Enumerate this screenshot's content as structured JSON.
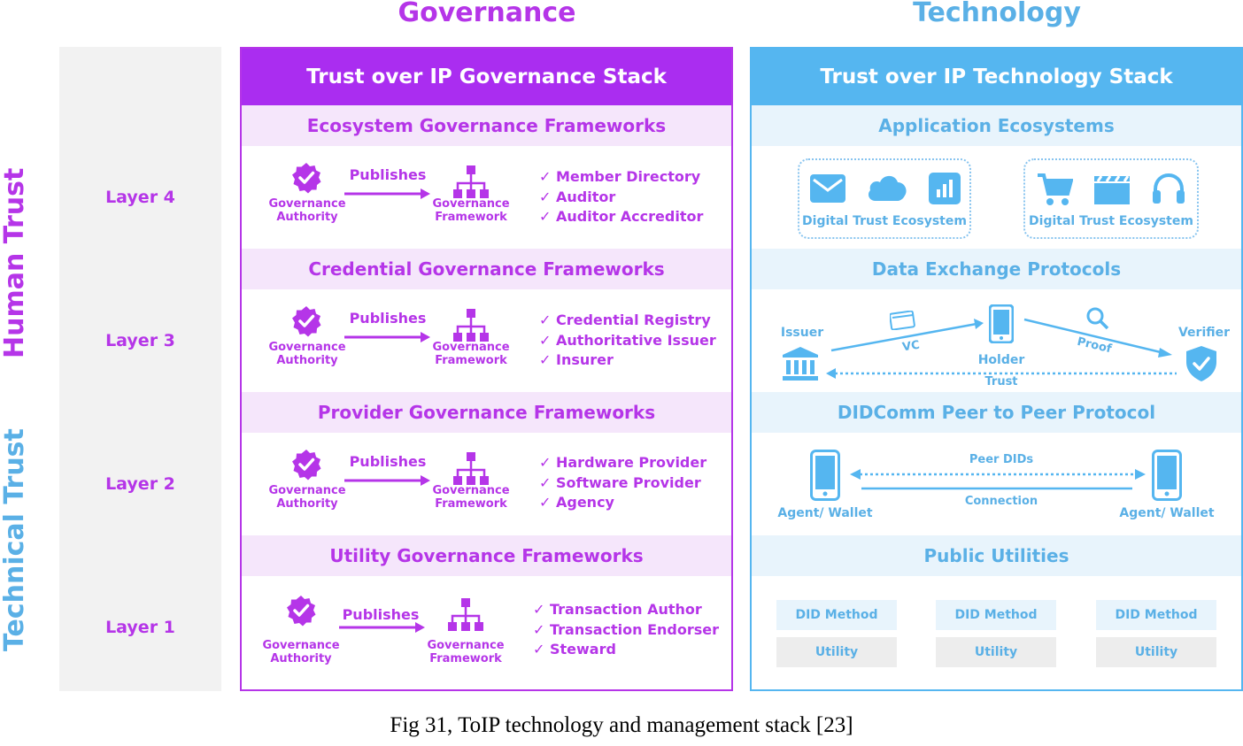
{
  "header": {
    "governance": "Governance",
    "technology": "Technology"
  },
  "side": {
    "human_trust": "Human Trust",
    "technical_trust": "Technical Trust",
    "layers": [
      "Layer 4",
      "Layer 3",
      "Layer 2",
      "Layer 1"
    ]
  },
  "gov": {
    "title": "Trust over IP Governance Stack",
    "rows": [
      {
        "band": "Ecosystem Governance Frameworks",
        "authority": [
          "Governance",
          "Authority"
        ],
        "publishes": "Publishes",
        "framework": [
          "Governance",
          "Framework"
        ],
        "items": [
          "Member Directory",
          "Auditor",
          "Auditor Accreditor"
        ]
      },
      {
        "band": "Credential Governance Frameworks",
        "authority": [
          "Governance",
          "Authority"
        ],
        "publishes": "Publishes",
        "framework": [
          "Governance",
          "Framework"
        ],
        "items": [
          "Credential Registry",
          "Authoritative Issuer",
          "Insurer"
        ]
      },
      {
        "band": "Provider Governance Frameworks",
        "authority": [
          "Governance",
          "Authority"
        ],
        "publishes": "Publishes",
        "framework": [
          "Governance",
          "Framework"
        ],
        "items": [
          "Hardware Provider",
          "Software Provider",
          "Agency"
        ]
      },
      {
        "band": "Utility Governance Frameworks",
        "authority": [
          "Governance",
          "Authority"
        ],
        "publishes": "Publishes",
        "framework": [
          "Governance",
          "Framework"
        ],
        "items": [
          "Transaction Author",
          "Transaction Endorser",
          "Steward"
        ]
      }
    ]
  },
  "tech": {
    "title": "Trust over IP Technology Stack",
    "app_band": "Application Ecosystems",
    "eco_left": "Digital Trust Ecosystem",
    "eco_right": "Digital Trust Ecosystem",
    "dx_band": "Data Exchange Protocols",
    "issuer": "Issuer",
    "holder": "Holder",
    "verifier": "Verifier",
    "vc": "VC",
    "proof": "Proof",
    "trust": "Trust",
    "didcomm_band": "DIDComm Peer to Peer Protocol",
    "peer_dids": "Peer DIDs",
    "connection": "Connection",
    "agent_left": "Agent/ Wallet",
    "agent_right": "Agent/ Wallet",
    "pu_band": "Public Utilities",
    "did_method": [
      "DID Method",
      "DID Method",
      "DID Method"
    ],
    "utility": [
      "Utility",
      "Utility",
      "Utility"
    ]
  },
  "caption": "Fig 31, ToIP technology and management stack [23]",
  "colors": {
    "purple": "#b535e8",
    "purple_head": "#aa2df0",
    "purple_band": "#f5e6fb",
    "blue": "#5ab0e6",
    "blue_head": "#55b6f0",
    "blue_band": "#e8f4fc",
    "side_band": "#f2f2f2"
  }
}
